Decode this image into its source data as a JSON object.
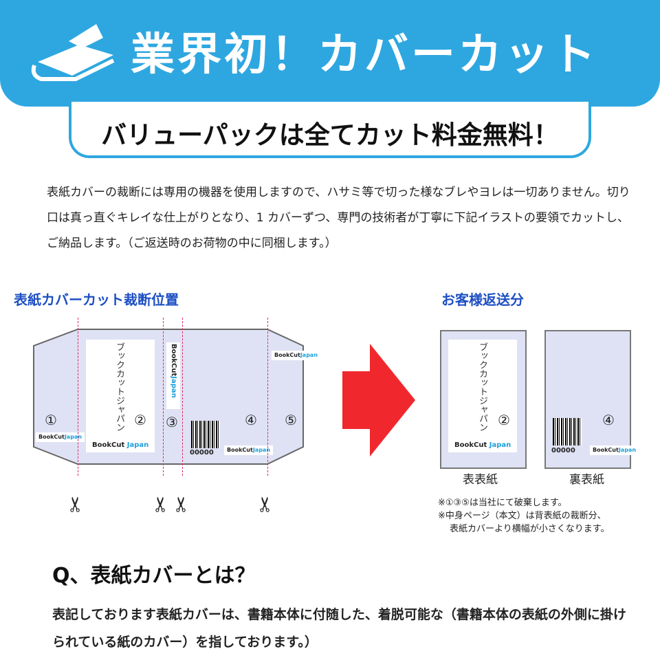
{
  "header": {
    "title": "業界初！カバーカット",
    "subtitle": "バリューパックは全てカット料金無料！",
    "icon": "book-cut-icon",
    "color": "#2ea7e0"
  },
  "intro": "表紙カバーの裁断には専用の機器を使用しますので、ハサミ等で切った様なブレやヨレは一切ありません。切り口は真っ直ぐキレイな仕上がりとなり、1 カバーずつ、専門の技術者が丁寧に下記イラストの要領でカットし、ご納品します。（ご返送時のお荷物の中に同梱します。）",
  "diagram": {
    "left_title": "表紙カバーカット裁断位置",
    "right_title": "お客様返送分",
    "book_title": "ブックカットジャパン",
    "logo_a": "BookCut",
    "logo_b": "Japan",
    "sections": [
      "①",
      "②",
      "③",
      "④",
      "⑤"
    ],
    "barcode_number": "00000",
    "front_label": "表表紙",
    "back_label": "裏表紙",
    "notes": [
      "※①③⑤は当社にて破棄します。",
      "※中身ページ（本文）は背表紙の裁断分、",
      "表紙カバーより横幅が小さくなります。"
    ],
    "arrow_color": "#f0282d"
  },
  "faq": {
    "question": "Q、表紙カバーとは？",
    "answer": "表記しております表紙カバーは、書籍本体に付随した、着脱可能な（書籍本体の表紙の外側に掛けられている紙のカバー）を指しております。）"
  }
}
